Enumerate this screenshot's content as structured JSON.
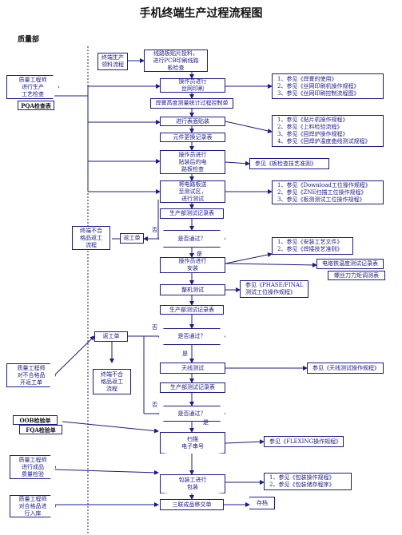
{
  "title": "手机终端生产过程流程图",
  "department": "质量部",
  "nodes": {
    "terminal_material": "终端生产\n领料流程",
    "pcb_input": "线路板贴片投料，\n进行PCB印刷线路\n板检查",
    "qe_inspect": "质量工程师\n进行生产\n工艺检查",
    "pqa_check": "PQA检查表",
    "solder_print": "操作员进行\n丝网印刷",
    "paste_height": "焊膏高度测量统计过程控制单",
    "placement": "进行表面贴装",
    "component_record": "元件更换记录表",
    "board_check": "操作员进行\n贴装后的电\n路板检查",
    "sw_download": "将电路板送\n至测试区，\n进行测试",
    "prod_test_record1": "生产部测试记录表",
    "rework1": "返工单",
    "reject_flow1": "终端不合\n格品返工\n流程",
    "pass1": "是否通过？",
    "assembly": "操作员进行\n安装",
    "iron_temp": "电烙铁温度测试记录表",
    "torque": "螺丝刀力矩调测表",
    "full_test": "整机测试",
    "prod_test_record2": "生产部测试记录表",
    "rework2": "返工单",
    "pass2": "是否通过？",
    "reject_flow2": "终端不合\n格品返工\n流程",
    "qe_reject": "质量工程师\n对不合格品\n开返工单",
    "antenna_test": "天线测试",
    "prod_test_record3": "生产部测试记录表",
    "pass3": "是否通过？",
    "oob": "OOB检验单",
    "fqa": "FQA检验单",
    "scan": "扫描\n电子串号",
    "qe_product": "质量工程师\n进行成品\n质量检验",
    "package": "包装工进行\n包装",
    "qe_store": "质量工程师\n对合格品进\n行入库",
    "transfer": "三联成品移交单",
    "storage": "存档"
  },
  "notes": {
    "n1": "1、参见《焊膏的使用》\n2、参见《丝网印刷机操作规程》\n3、参见《丝网印刷控制流程图》",
    "n2": "1、参见《贴片机操作规程》\n2、参见《上料检验流程》\n3、参见《回焊炉操作规程》\n4、参见《回焊炉温度曲线测试规程》",
    "n3": "参见《板检查技艺准则》",
    "n4": "1、参见《Download工位操作规程》\n2、参见《ZNE扫描工位操作规程》\n3、参见《板测测试工位操作规程》",
    "n5": "1、参见《安装工艺文件》\n2、参见《焊接技艺准则》",
    "n6": "参见《PHASE/FINAL\n测试工位操作规程》",
    "n7": "参见《天线测试操作规程》",
    "n8": "参见《FLEXING操作规程》",
    "n9": "1、参见《包装操作规程》\n2、参见《包装储存程序》"
  },
  "labels": {
    "yes": "是",
    "no": "否"
  },
  "colors": {
    "line": "#1a1a8c",
    "text": "#1a1a8c"
  }
}
